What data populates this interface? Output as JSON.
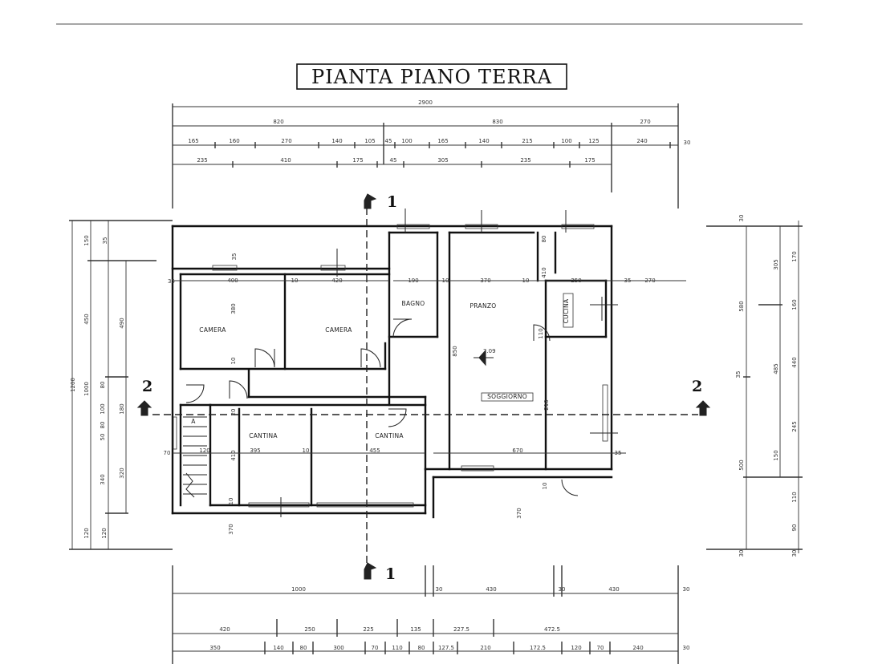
{
  "title": "PIANTA PIANO TERRA",
  "rooms": {
    "camera_1": "CAMERA",
    "camera_2": "CAMERA",
    "bagno": "BAGNO",
    "pranzo": "PRANZO",
    "cucina": "CUCINA",
    "soggiorno": "SOGGIORNO",
    "cantina_1": "CANTINA",
    "cantina_2": "CANTINA",
    "stair_a": "A"
  },
  "section_marks": {
    "top": "1",
    "bottom": "1",
    "left": "2",
    "right": "2"
  },
  "level": "2.09",
  "dims": {
    "top_total": "2900",
    "top_mid": [
      "820",
      "830",
      "270"
    ],
    "top_row2": [
      "165",
      "160",
      "270",
      "140",
      "105",
      "45",
      "100",
      "165",
      "140",
      "215",
      "100",
      "125",
      "240",
      "30"
    ],
    "top_row3": [
      "235",
      "410",
      "175",
      "45",
      "305",
      "235",
      "175"
    ],
    "inner": [
      "35",
      "400",
      "10",
      "420",
      "190",
      "10",
      "370",
      "10",
      "250",
      "35",
      "270"
    ],
    "inner_vert": [
      "410",
      "80",
      "10",
      "410",
      "35",
      "10"
    ],
    "bottom_total": [
      "1000",
      "30",
      "430",
      "30",
      "430",
      "30"
    ],
    "bottom_row2": [
      "420",
      "250",
      "225",
      "135",
      "227.5",
      "472.5"
    ],
    "bottom_row3": [
      "350",
      "140",
      "80",
      "300",
      "70",
      "110",
      "80",
      "127.5",
      "210",
      "172.5",
      "120",
      "70",
      "240",
      "30"
    ],
    "left_outer": [
      "1200"
    ],
    "left_mid": [
      "150",
      "450",
      "1000",
      "80",
      "100",
      "80",
      "50",
      "340",
      "120"
    ],
    "left_inner": [
      "35",
      "490",
      "180",
      "320",
      "120"
    ],
    "right_outer": [
      "30",
      "305",
      "160",
      "440",
      "245",
      "150",
      "170",
      "30"
    ],
    "right_inner": [
      "580",
      "485",
      "500",
      "30",
      "110",
      "90",
      "35"
    ],
    "misc": [
      "380",
      "370",
      "850",
      "210",
      "70",
      "670",
      "35",
      "10",
      "80",
      "20",
      "120",
      "455",
      "395",
      "10",
      "110"
    ]
  }
}
